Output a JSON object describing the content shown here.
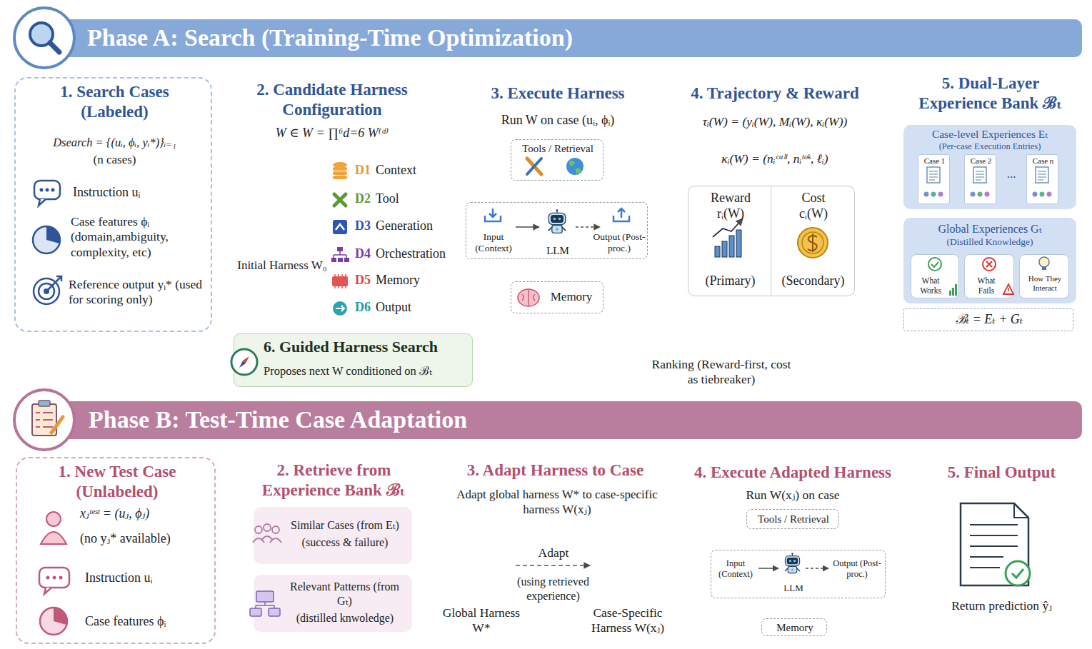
{
  "diagram": {
    "nodes": [
      {
        "text": [
          "Phase A: Search (Training-Time Optimization)"
        ]
      },
      {
        "text": [
          "1. Search Cases (Labeled)",
          "Dsearch = {(uᵢ, ϕᵢ, yᵢ*)}ᵢ₌₁",
          "(n cases)",
          "Instruction uᵢ",
          "Case features ϕᵢ (domain,ambiguity, complexity, etc)",
          "Reference output yᵢ* (used for scoring only)"
        ]
      },
      {
        "text": [
          "2. Candidate Harness Configuration",
          "W ∈ W = ∏⁶d=6 W⁽ᵈ⁾",
          "Initial Harness W₀",
          "D1",
          "Context",
          "D2",
          "Tool",
          "D3",
          "Generation",
          "D4",
          "Orchestration",
          "D5",
          "Memory",
          "D6",
          "Output"
        ]
      },
      {
        "text": [
          "3. Execute Harness",
          "Run W on case (uᵢ, ϕᵢ)"
        ]
      },
      {
        "text": [
          "Tools / Retrieval"
        ],
        "in": 3
      },
      {
        "text": [
          "Input (Context)",
          "LLM",
          "Output (Post-proc.)"
        ],
        "in": 3
      },
      {
        "text": [
          "Memory"
        ],
        "in": 3
      },
      {
        "text": [
          "4. Trajectory & Reward",
          "τᵢ(W) = (yᵢ(W), Mᵢ(W), κᵢ(W))",
          "κᵢ(W) = (nᵢᶜᵃˡˡ, nᵢᵗᵒᵏ, ℓᵢ)"
        ]
      },
      {
        "text": [
          "Reward rᵢ(W)",
          "(Primary)"
        ],
        "in": 7
      },
      {
        "text": [
          "Cost cᵢ(W)",
          "(Secondary)"
        ],
        "in": 7
      },
      {
        "text": [
          "5. Dual-Layer Experience Bank ℬₜ"
        ]
      },
      {
        "text": [
          "Case-level Experiences Eₜ",
          "(Per-case Execution Entries)"
        ],
        "in": 10
      },
      {
        "text": [
          "Case 1"
        ],
        "in": 11
      },
      {
        "text": [
          "Case 2"
        ],
        "in": 11
      },
      {
        "text": [
          "Case n"
        ],
        "in": 11
      },
      {
        "text": [
          "Global Experiences Gₜ",
          "(Distilled Knowledge)"
        ],
        "in": 10
      },
      {
        "text": [
          "What Works"
        ],
        "in": 15
      },
      {
        "text": [
          "What Fails"
        ],
        "in": 15
      },
      {
        "text": [
          "How They Interact"
        ],
        "in": 15
      },
      {
        "text": [
          "ℬₜ = Eₜ + Gₜ"
        ],
        "in": 10
      },
      {
        "text": [
          "6. Guided Harness Search",
          "Proposes next W conditioned on ℬₜ"
        ]
      },
      {
        "text": [
          "Phase B: Test-Time Case Adaptation"
        ]
      },
      {
        "text": [
          "1. New Test Case (Unlabeled)",
          "xⱼᵗᵉˢᵗ = (uⱼ, ϕⱼ)",
          "(no yⱼ* available)",
          "Instruction uᵢ",
          "Case features ϕᵢ"
        ]
      },
      {
        "text": [
          "2. Retrieve from Experience Bank ℬₜ"
        ]
      },
      {
        "text": [
          "Similar Cases (from Eₜ)",
          "(success & failure)"
        ],
        "in": 23
      },
      {
        "text": [
          "Relevant Patterns (from Gₜ)",
          "(distilled knwoledge)"
        ],
        "in": 23
      },
      {
        "text": [
          "3. Adapt Harness to Case",
          "Adapt global harness W* to case-specific harness W(xⱼ)",
          "Global Harness W*",
          "Adapt",
          "(using retrieved experience)",
          "Case-Specific Harness W(xⱼ)"
        ]
      },
      {
        "text": [
          "4. Execute Adapted Harness",
          "Run W(xⱼ) on case"
        ]
      },
      {
        "text": [
          "Tools / Retrieval"
        ],
        "in": 27
      },
      {
        "text": [
          "Input (Context)",
          "LLM",
          "Output (Post-proc.)"
        ],
        "in": 27
      },
      {
        "text": [
          "Memory"
        ],
        "in": 27
      },
      {
        "text": [
          "5. Final Output",
          "Return prediction ŷⱼ"
        ]
      }
    ],
    "edges": [
      {
        "from": 1,
        "to": 2,
        "arrow": "to"
      },
      {
        "from": 2,
        "to": 3,
        "arrow": "to"
      },
      {
        "from": 3,
        "to": 7,
        "arrow": "to"
      },
      {
        "from": 4,
        "to": 5,
        "arrow": "to"
      },
      {
        "from": 5,
        "to": 6,
        "arrow": "to"
      },
      {
        "from": 7,
        "to": 10,
        "arrow": "to"
      },
      {
        "from": 11,
        "to": 15,
        "arrow": "to"
      },
      {
        "from": 8,
        "to": 20,
        "arrow": "to"
      },
      {
        "from": 19,
        "to": 20,
        "arrow": "to",
        "label": "Ranking (Reward-first, cost as tiebreaker)"
      },
      {
        "from": 20,
        "to": 2,
        "arrow": "to"
      },
      {
        "from": 22,
        "to": 23,
        "arrow": "to"
      },
      {
        "from": 23,
        "to": 26,
        "arrow": "to"
      },
      {
        "from": 26,
        "to": 27,
        "arrow": "to"
      },
      {
        "from": 28,
        "to": 29,
        "arrow": "to"
      },
      {
        "from": 29,
        "to": 30,
        "arrow": "to"
      },
      {
        "from": 27,
        "to": 31,
        "arrow": "to"
      }
    ],
    "labels": [
      "..."
    ]
  }
}
